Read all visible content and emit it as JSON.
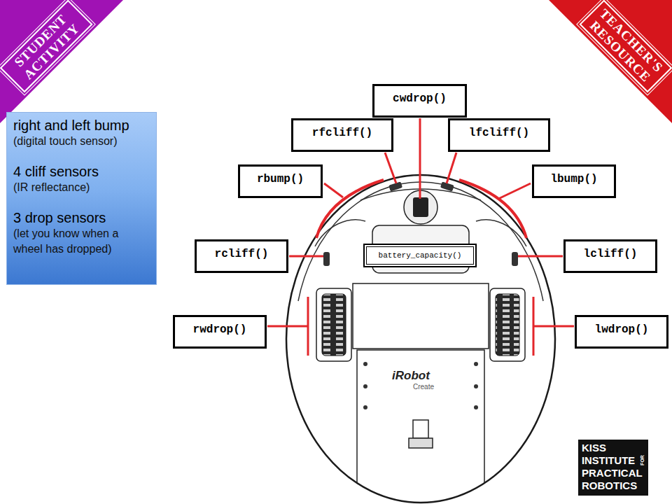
{
  "diagram": {
    "nodes": [
      {
        "text": [
          "STUDENT ACTIVITY"
        ]
      },
      {
        "text": [
          "TEACHER'S RESOURCE"
        ]
      },
      {
        "text": [
          "cwdrop()"
        ]
      },
      {
        "text": [
          "right and left bump",
          "(digital touch sensor)",
          "4 cliff sensors",
          "(IR reflectance)",
          "3 drop sensors",
          "(let you know when a wheel has dropped)"
        ]
      },
      {
        "text": [
          "rfcliff()"
        ]
      },
      {
        "text": [
          "lfcliff()"
        ]
      },
      {
        "text": [
          "rbump()"
        ]
      },
      {
        "text": [
          "lbump()"
        ]
      },
      {
        "text": [
          "rcliff()"
        ]
      },
      {
        "text": [
          "battery_capacity()"
        ]
      },
      {
        "text": [
          "lcliff()"
        ]
      },
      {
        "text": [
          "rwdrop()"
        ]
      },
      {
        "text": [
          "lwdrop()"
        ]
      },
      {
        "text": [
          "KISS",
          "INSTITUTE",
          "FOR",
          "PRACTICAL",
          "ROBOTICS"
        ]
      }
    ],
    "labels": [
      "iRobot",
      "Create"
    ]
  }
}
